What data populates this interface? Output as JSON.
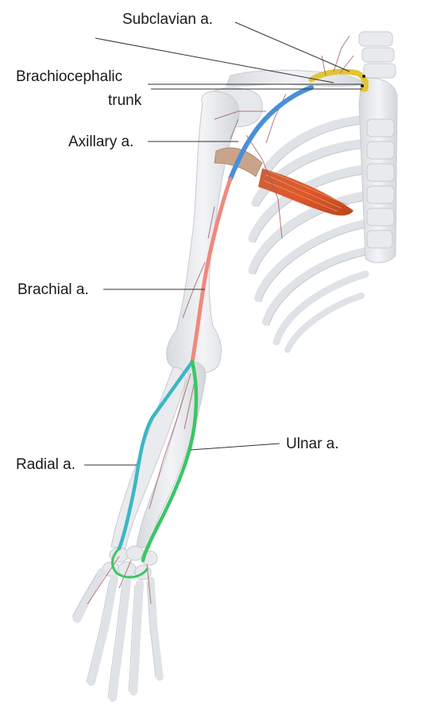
{
  "labels": {
    "subclavian": "Subclavian a.",
    "brachiocephalic_line1": "Brachiocephalic",
    "brachiocephalic_line2": "trunk",
    "axillary": "Axillary a.",
    "brachial": "Brachial a.",
    "ulnar": "Ulnar a.",
    "radial": "Radial a."
  },
  "colors": {
    "subclavian_artery": "#e2c436",
    "axillary_artery": "#4a8fd6",
    "brachial_artery": "#ee8a80",
    "radial_artery": "#3bb7c4",
    "ulnar_artery": "#3cc567",
    "muscle": "#d8552b",
    "bone": "#e7e9ec",
    "small_vessels": "#a05a5a",
    "leader_line": "#333333"
  }
}
